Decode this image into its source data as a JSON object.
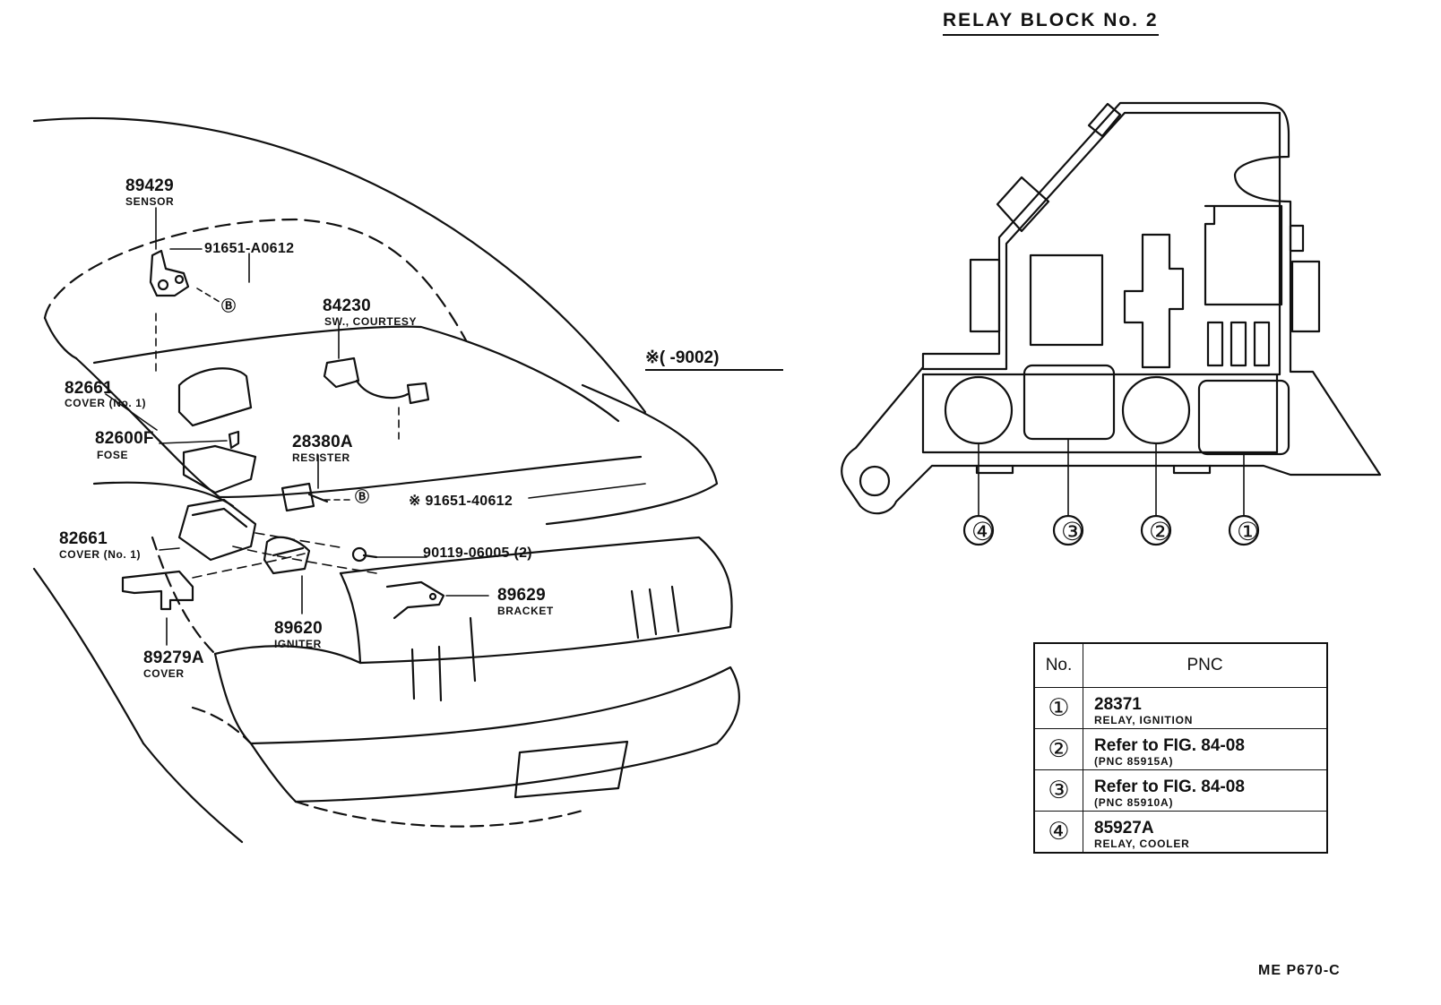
{
  "relay_block": {
    "title": "RELAY BLOCK No. 2",
    "positions": [
      "④",
      "③",
      "②",
      "①"
    ]
  },
  "note": "※(     -9002)",
  "parts": {
    "sensor": {
      "number": "89429",
      "name": "SENSOR"
    },
    "screw_a": {
      "number": "91651-A0612"
    },
    "bolt_marker": "Ⓑ",
    "courtesy_switch": {
      "number": "84230",
      "name": "SW., COURTESY"
    },
    "cover_top": {
      "number": "82661",
      "name": "COVER (No. 1)"
    },
    "fuse": {
      "number": "82600F",
      "name": "FOSE"
    },
    "resister": {
      "number": "28380A",
      "name": "RESISTER"
    },
    "screw_b": {
      "number": "※ 91651-40612"
    },
    "cover_bottom": {
      "number": "82661",
      "name": "COVER (No. 1)"
    },
    "bolt": {
      "number": "90119-06005 (2)"
    },
    "bracket": {
      "number": "89629",
      "name": "BRACKET"
    },
    "igniter": {
      "number": "89620",
      "name": "IGNITER"
    },
    "cover_lower": {
      "number": "89279A",
      "name": "COVER"
    }
  },
  "pnc_table": {
    "headers": {
      "no": "No.",
      "pnc": "PNC"
    },
    "rows": [
      {
        "no": "①",
        "line1": "28371",
        "line2": "RELAY, IGNITION"
      },
      {
        "no": "②",
        "line1": "Refer to FIG. 84-08",
        "line2": "(PNC 85915A)"
      },
      {
        "no": "③",
        "line1": "Refer to FIG. 84-08",
        "line2": "(PNC 85910A)"
      },
      {
        "no": "④",
        "line1": "85927A",
        "line2": "RELAY, COOLER"
      }
    ]
  },
  "footer": "ME  P670-C"
}
